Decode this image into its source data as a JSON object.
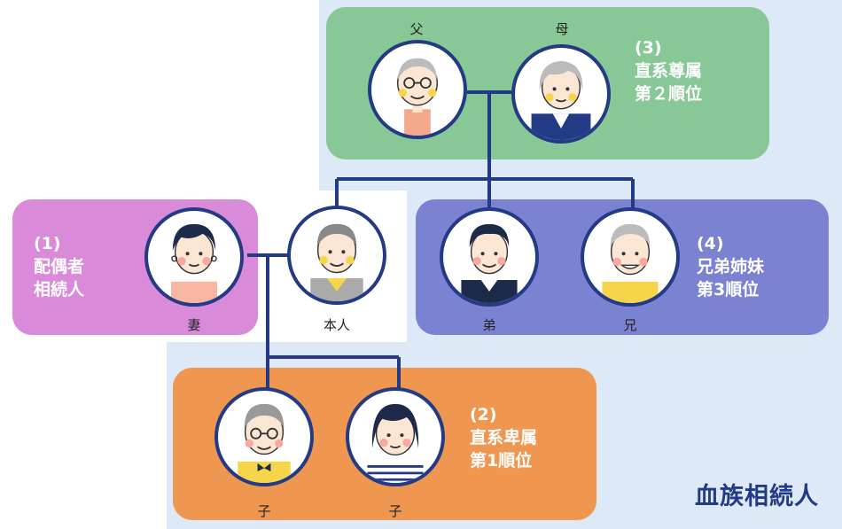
{
  "groups": {
    "ascendants": {
      "number": "(3)",
      "line1": "直系尊属",
      "line2": "第２順位",
      "color": "#88c896"
    },
    "spouse": {
      "number": "(1)",
      "line1": "配偶者",
      "line2": "相続人",
      "color": "#d98ad8"
    },
    "siblings": {
      "number": "(4)",
      "line1": "兄弟姉妹",
      "line2": "第3順位",
      "color": "#7b82d1"
    },
    "descendants": {
      "number": "(2)",
      "line1": "直系卑属",
      "line2": "第1順位",
      "color": "#ef9650"
    }
  },
  "people": {
    "father": "父",
    "mother": "母",
    "wife": "妻",
    "self": "本人",
    "younger_brother": "弟",
    "older_brother": "兄",
    "child1": "子",
    "child2": "子"
  },
  "title": "血族相続人",
  "colors": {
    "background_region": "#dde9f6",
    "line": "#233a85",
    "cheek": "#f6d54a"
  }
}
